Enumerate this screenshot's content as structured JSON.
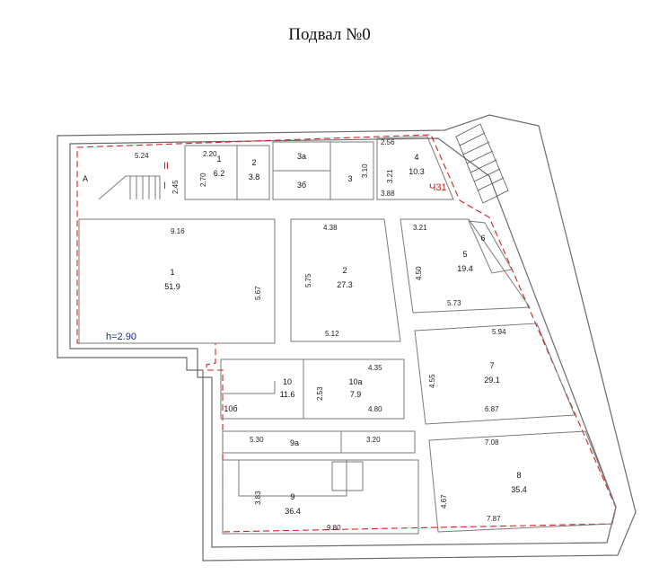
{
  "title": "Подвал №0",
  "ceiling_height": "h=2.90",
  "markers": {
    "a": "А",
    "ii": "II",
    "i": "I",
    "ch31": "Ч31"
  },
  "rooms": [
    {
      "num": "1",
      "area": "51.9"
    },
    {
      "num": "1",
      "area": "6.2"
    },
    {
      "num": "2",
      "area": "3.8"
    },
    {
      "num": "3а",
      "area": ""
    },
    {
      "num": "3б",
      "area": ""
    },
    {
      "num": "3",
      "area": ""
    },
    {
      "num": "4",
      "area": "10.3"
    },
    {
      "num": "2",
      "area": "27.3"
    },
    {
      "num": "5",
      "area": "19.4"
    },
    {
      "num": "6",
      "area": ""
    },
    {
      "num": "7",
      "area": "29.1"
    },
    {
      "num": "10",
      "area": "11.6"
    },
    {
      "num": "10а",
      "area": "7.9"
    },
    {
      "num": "10б",
      "area": ""
    },
    {
      "num": "9а",
      "area": ""
    },
    {
      "num": "9",
      "area": "36.4"
    },
    {
      "num": "8",
      "area": "35.4"
    }
  ],
  "dims": [
    "5.24",
    "2.45",
    "2.20",
    "2.70",
    "3.10",
    "2.56",
    "3.21",
    "3.88",
    "9.16",
    "4.38",
    "5.75",
    "5.67",
    "5.12",
    "3.21",
    "4.50",
    "5.73",
    "5.94",
    "4.55",
    "6.87",
    "4.35",
    "2.53",
    "4.80",
    "5.30",
    "3.20",
    "7.08",
    "3.83",
    "9.80",
    "4.67",
    "7.87"
  ]
}
